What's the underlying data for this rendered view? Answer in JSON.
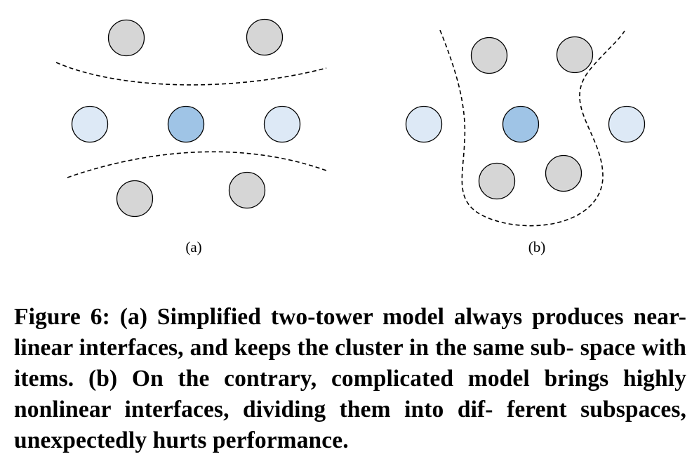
{
  "panels": [
    {
      "id": "a",
      "label": "(a)"
    },
    {
      "id": "b",
      "label": "(b)"
    }
  ],
  "colors": {
    "gray_node": "#d6d6d6",
    "light_blue_node": "#dde9f6",
    "blue_node": "#9fc4e6",
    "stroke": "#000000"
  },
  "caption": {
    "figure_label": "Figure 6:",
    "text": "(a) Simplified two-tower model always produces near-linear interfaces, and keeps the cluster in the same sub- space with items. (b) On the contrary, complicated model brings highly nonlinear interfaces, dividing them into dif- ferent subspaces, unexpectedly hurts performance."
  }
}
